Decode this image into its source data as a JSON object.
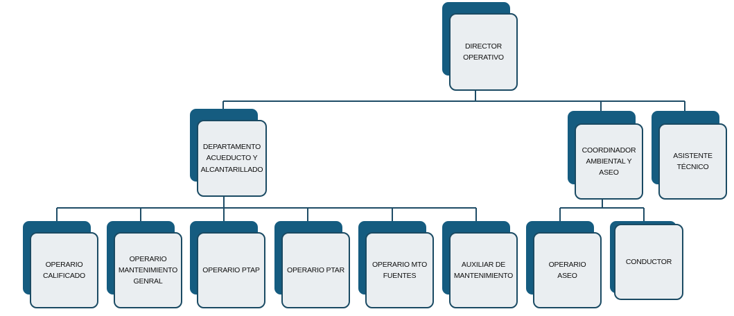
{
  "colors": {
    "box_back": "#155c80",
    "box_back_dark": "#0f4a6a",
    "box_front": "#eaeef1",
    "connector": "#1e4c66"
  },
  "nodes": {
    "director": "DIRECTOR OPERATIVO",
    "departamento": "DEPARTAMENTO ACUEDUCTO Y ALCANTARILLADO",
    "coordinador": "COORDINADOR AMBIENTAL Y ASEO",
    "asistente": "ASISTENTE TÉCNICO",
    "operario_calificado": "OPERARIO CALIFICADO",
    "operario_mantenimiento": "OPERARIO MANTENIMIENTO GENRAL",
    "operario_ptap": "OPERARIO PTAP",
    "operario_ptar": "OPERARIO PTAR",
    "operario_mto_fuentes": "OPERARIO MTO FUENTES",
    "auxiliar_mantenimiento": "AUXILIAR DE MANTENIMIENTO",
    "operario_aseo": "OPERARIO ASEO",
    "conductor": "CONDUCTOR"
  }
}
